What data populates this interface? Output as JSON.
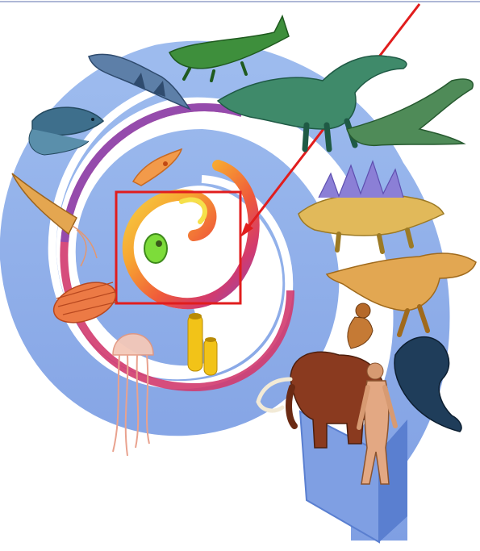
{
  "diagram": {
    "spiral": {
      "outer_band_color": "#8fb0ea",
      "outer_band_edge_color": "#5a7fd0",
      "rainbow_colors": [
        "#f5e04a",
        "#f7a531",
        "#ef5a3a",
        "#d23a6e",
        "#8a4bb5",
        "#5f6fd0"
      ]
    },
    "highlight_box": {
      "color": "#e11d1d",
      "label": ""
    },
    "organisms": [
      {
        "id": "single-cell",
        "icon": "green-cell-icon"
      },
      {
        "id": "flagellate",
        "icon": "protist-icon"
      },
      {
        "id": "sponge",
        "icon": "sponge-icon"
      },
      {
        "id": "jellyfish",
        "icon": "jellyfish-icon"
      },
      {
        "id": "trilobite",
        "icon": "trilobite-icon"
      },
      {
        "id": "nautiloid",
        "icon": "cone-shell-icon"
      },
      {
        "id": "fish",
        "icon": "fish-icon"
      },
      {
        "id": "amphibian",
        "icon": "amphibian-icon"
      },
      {
        "id": "crocodile",
        "icon": "crocodile-icon"
      },
      {
        "id": "sauropod",
        "icon": "sauropod-icon"
      },
      {
        "id": "pterosaur",
        "icon": "pterosaur-icon"
      },
      {
        "id": "stegosaurus",
        "icon": "stegosaurus-icon"
      },
      {
        "id": "t-rex",
        "icon": "theropod-icon"
      },
      {
        "id": "monkey",
        "icon": "primate-icon"
      },
      {
        "id": "whale",
        "icon": "whale-icon"
      },
      {
        "id": "mammoth",
        "icon": "mammoth-icon"
      },
      {
        "id": "human",
        "icon": "human-icon"
      }
    ]
  }
}
